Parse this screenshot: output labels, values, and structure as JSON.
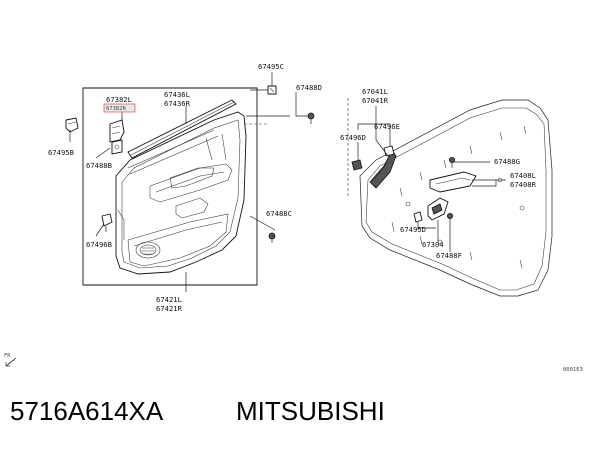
{
  "diagram": {
    "labels": {
      "p67495C": "67495C",
      "p67488D": "67488D",
      "p67436L": "67436L",
      "p67436R": "67436R",
      "p67382L": "67382L",
      "p67382R": "67382R",
      "p67495B": "67495B",
      "p67488B": "67488B",
      "p67496B": "67496B",
      "p67488C": "67488C",
      "p67421L": "67421L",
      "p67421R": "67421R",
      "p67041L": "67041L",
      "p67041R": "67041R",
      "p67496E": "67496E",
      "p67496D": "67496D",
      "p67488G": "67488G",
      "p67408L": "67408L",
      "p67408R": "67408R",
      "p67495D": "67495D",
      "p67304": "67304",
      "p67488F": "67488F"
    },
    "fr_label": "FR",
    "ref_code": "000163"
  },
  "footer": {
    "part_number": "5716A614XA",
    "brand": "MITSUBISHI"
  }
}
